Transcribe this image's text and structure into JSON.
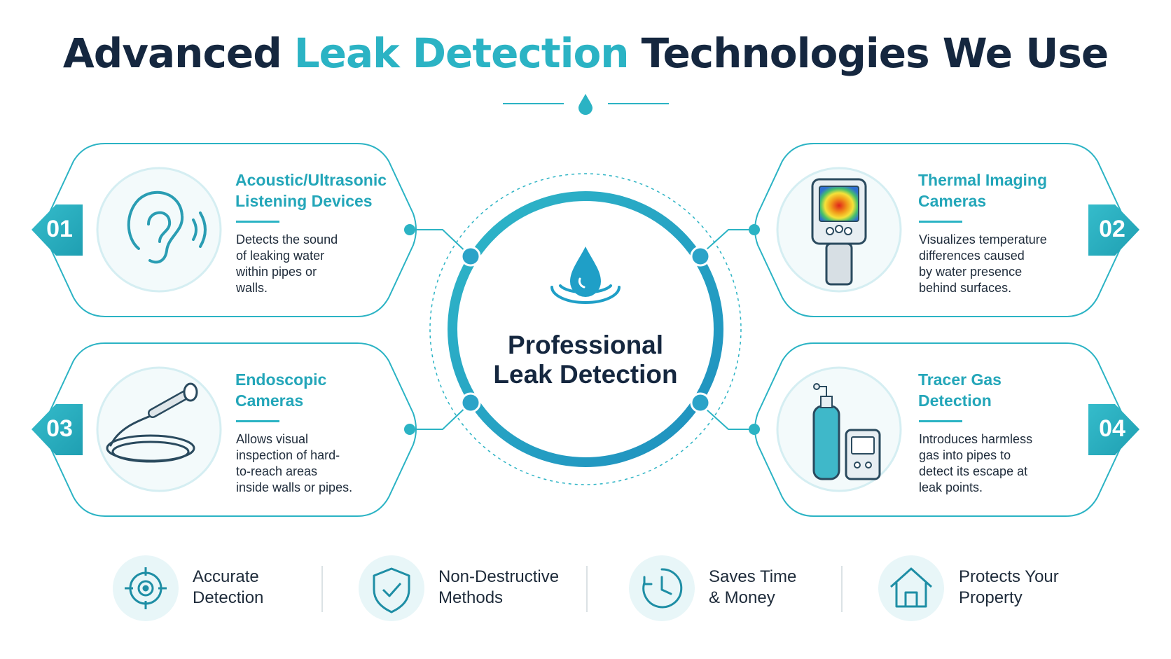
{
  "title": {
    "part1": "Advanced",
    "highlight": "Leak Detection",
    "part2": "Technologies We Use"
  },
  "center": {
    "line1": "Professional",
    "line2": "Leak Detection",
    "icon": "water-drop-ripple-icon"
  },
  "technologies": [
    {
      "number": "01",
      "title_lines": [
        "Acoustic/Ultrasonic",
        "Listening Devices"
      ],
      "desc_lines": [
        "Detects the sound",
        "of leaking water",
        "within pipes or",
        "walls."
      ],
      "icon": "ear-sound-icon"
    },
    {
      "number": "02",
      "title_lines": [
        "Thermal Imaging",
        "Cameras"
      ],
      "desc_lines": [
        "Visualizes temperature",
        "differences caused",
        "by water presence",
        "behind surfaces."
      ],
      "icon": "thermal-camera-icon"
    },
    {
      "number": "03",
      "title_lines": [
        "Endoscopic",
        "Cameras"
      ],
      "desc_lines": [
        "Allows visual",
        "inspection of hard-",
        "to-reach areas",
        "inside walls or pipes."
      ],
      "icon": "endoscope-camera-icon"
    },
    {
      "number": "04",
      "title_lines": [
        "Tracer Gas",
        "Detection"
      ],
      "desc_lines": [
        "Introduces harmless",
        "gas into pipes to",
        "detect its escape at",
        "leak points."
      ],
      "icon": "gas-cylinder-detector-icon"
    }
  ],
  "benefits": [
    {
      "lines": [
        "Accurate",
        "Detection"
      ],
      "icon": "crosshair-target-icon"
    },
    {
      "lines": [
        "Non-Destructive",
        "Methods"
      ],
      "icon": "shield-check-icon"
    },
    {
      "lines": [
        "Saves Time",
        "& Money"
      ],
      "icon": "clock-icon"
    },
    {
      "lines": [
        "Protects Your",
        "Property"
      ],
      "icon": "house-icon"
    }
  ],
  "colors": {
    "accent": "#2bb3c4",
    "accent_dark": "#1e9aae",
    "navy": "#15273f",
    "light_teal": "#e8f6f8"
  }
}
